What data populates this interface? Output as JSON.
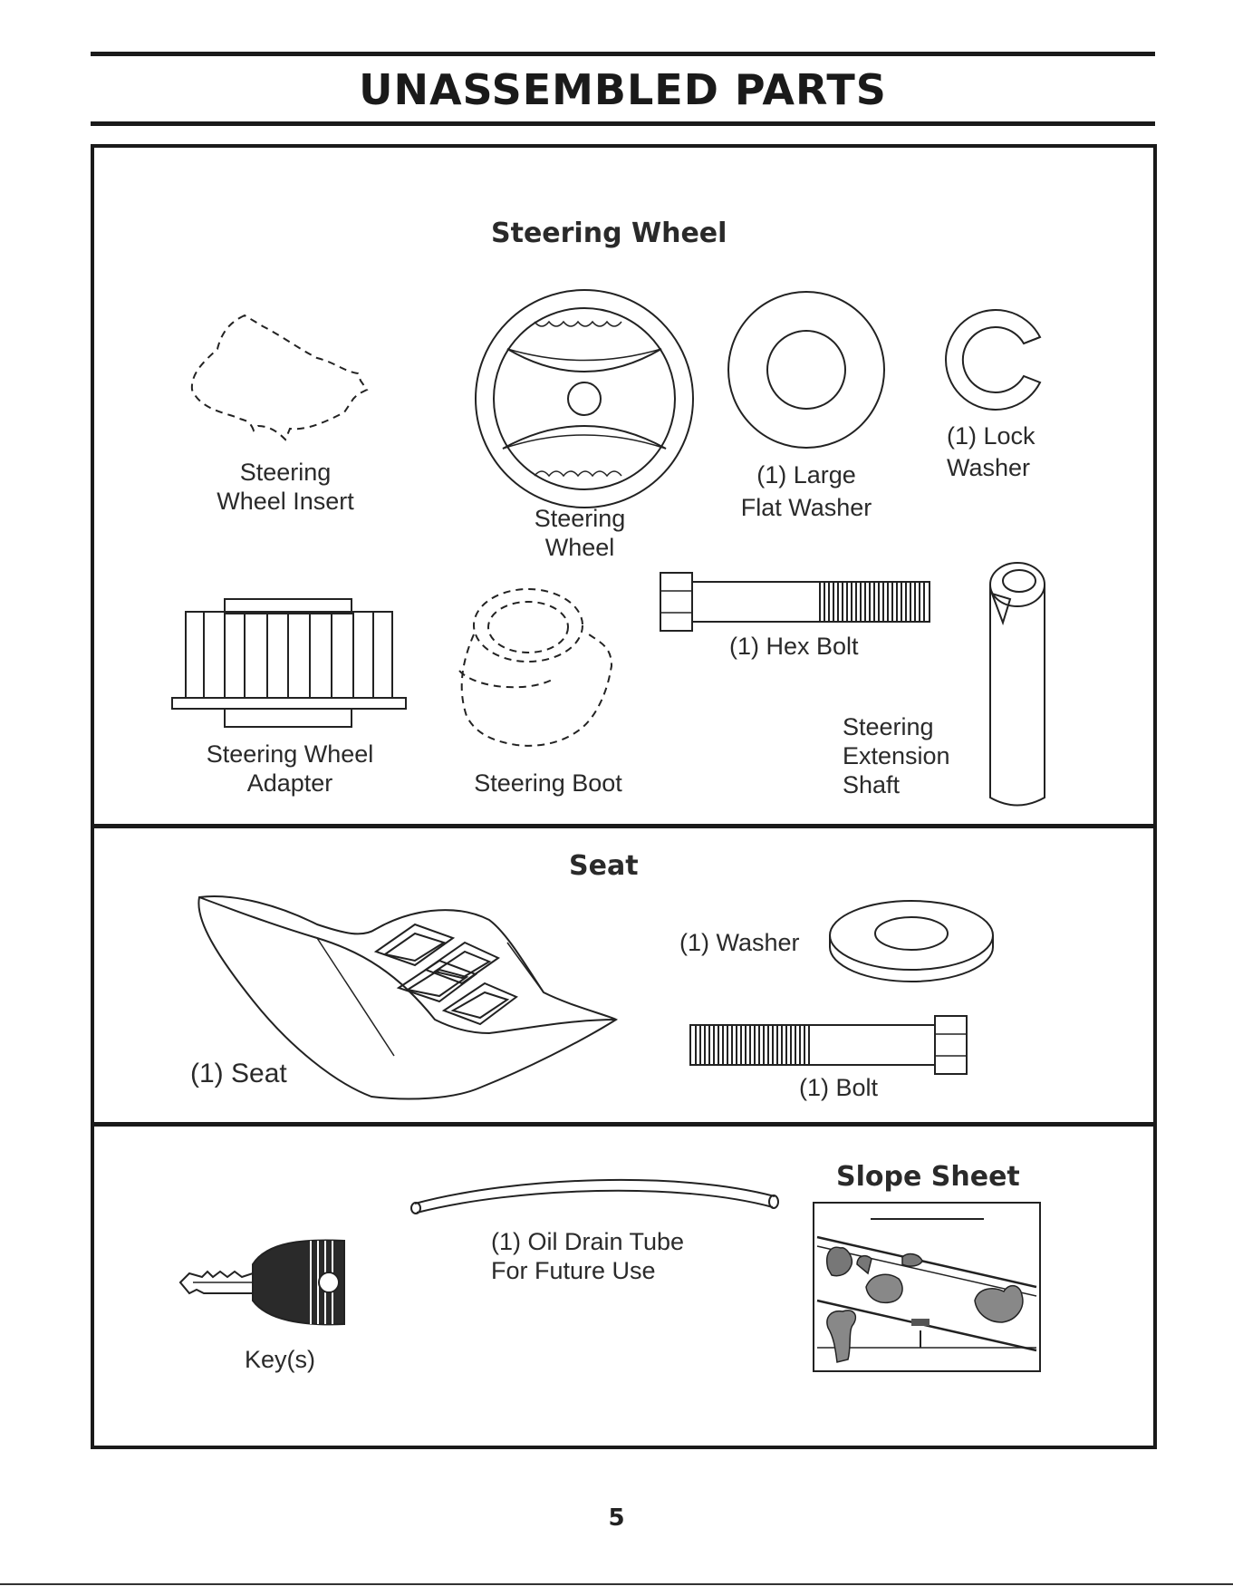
{
  "page": {
    "title": "UNASSEMBLED PARTS",
    "page_number": "5"
  },
  "sections": {
    "steering": {
      "heading": "Steering Wheel",
      "parts": {
        "insert_line1": "Steering",
        "insert_line2": "Wheel Insert",
        "wheel_line1": "Steering",
        "wheel_line2": "Wheel",
        "flat_washer_line1": "(1) Large",
        "flat_washer_line2": "Flat Washer",
        "lock_washer_line1": "(1) Lock",
        "lock_washer_line2": "Washer",
        "adapter_line1": "Steering Wheel",
        "adapter_line2": "Adapter",
        "boot": "Steering Boot",
        "hex_bolt": "(1) Hex Bolt",
        "shaft_line1": "Steering",
        "shaft_line2": "Extension",
        "shaft_line3": "Shaft"
      }
    },
    "seat": {
      "heading": "Seat",
      "parts": {
        "seat": "(1) Seat",
        "washer": "(1) Washer",
        "bolt": "(1) Bolt"
      }
    },
    "misc": {
      "heading": "Slope Sheet",
      "parts": {
        "keys": "Key(s)",
        "tube_line1": "(1) Oil Drain Tube",
        "tube_line2": "For Future Use"
      }
    }
  },
  "icons": {
    "steering_insert": "steering-wheel-insert-icon",
    "steering_wheel": "steering-wheel-icon",
    "large_flat_washer": "large-flat-washer-icon",
    "lock_washer": "lock-washer-icon",
    "adapter": "steering-wheel-adapter-icon",
    "boot": "steering-boot-icon",
    "hex_bolt": "hex-bolt-icon",
    "extension_shaft": "steering-extension-shaft-icon",
    "seat": "seat-icon",
    "washer": "washer-icon",
    "bolt": "bolt-icon",
    "key": "key-icon",
    "oil_drain_tube": "oil-drain-tube-icon",
    "slope_sheet": "slope-sheet-icon"
  },
  "colors": {
    "ink": "#1a1a1a"
  }
}
